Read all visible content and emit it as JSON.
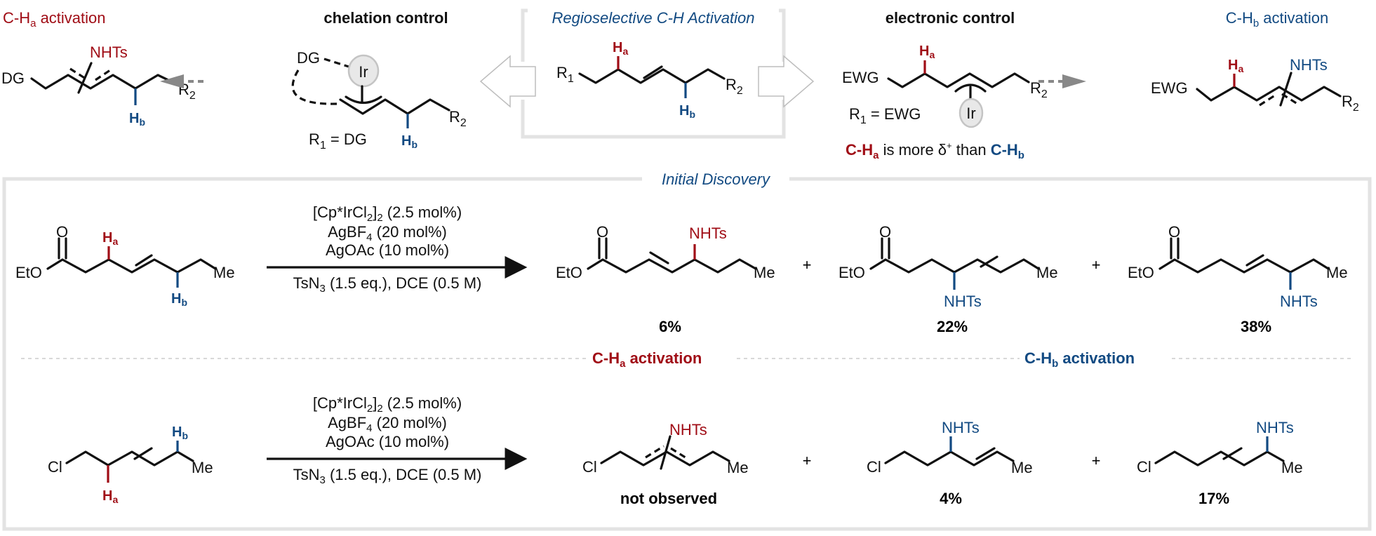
{
  "top": {
    "left_title": {
      "prefix": "C-H",
      "sub": "a",
      "suffix": " activation"
    },
    "chelation_title": "chelation control",
    "center_title": "Regioselective C-H Activation",
    "electronic_title": "electronic control",
    "right_title": {
      "prefix": "C-H",
      "sub": "b",
      "suffix": " activation"
    },
    "labels": {
      "DG": "DG",
      "R": "R",
      "one": "1",
      "two": "2",
      "H": "H",
      "a": "a",
      "b": "b",
      "NHTs": "NHTs",
      "Ir": "Ir",
      "EWG": "EWG",
      "r1_dg": " = DG",
      "r1_ewg": " = EWG"
    },
    "delta_statement": {
      "ch": "C-H",
      "a": "a",
      "mid": " is more δ",
      "plus": "+",
      "than": " than ",
      "b": "b"
    }
  },
  "box": {
    "title": "Initial Discovery",
    "conditions": {
      "line1_a": "[Cp*IrCl",
      "line1_sub": "2",
      "line1_b": "]",
      "line1_sub2": "2",
      "line1_c": " (2.5 mol%)",
      "line2_a": "AgBF",
      "line2_sub": "4",
      "line2_b": " (20 mol%)",
      "line3": "AgOAc (10 mol%)",
      "line4_a": "TsN",
      "line4_sub": "3",
      "line4_b": " (1.5 eq.), DCE (0.5 M)"
    },
    "divider_labels": {
      "ha": {
        "prefix": "C-H",
        "sub": "a",
        "suffix": " activation"
      },
      "hb": {
        "prefix": "C-H",
        "sub": "b",
        "suffix": " activation"
      }
    },
    "row1": {
      "substrate_labels": {
        "O": "O",
        "EtO": "EtO",
        "Me": "Me"
      },
      "yields": [
        "6%",
        "22%",
        "38%"
      ]
    },
    "row2": {
      "substrate_labels": {
        "Cl": "Cl",
        "Me": "Me"
      },
      "yields": [
        "not observed",
        "4%",
        "17%"
      ]
    },
    "plus": "+"
  },
  "colors": {
    "ha_red": "#a00d16",
    "hb_blue": "#124a82",
    "frame_gray": "#e3e3e3"
  }
}
